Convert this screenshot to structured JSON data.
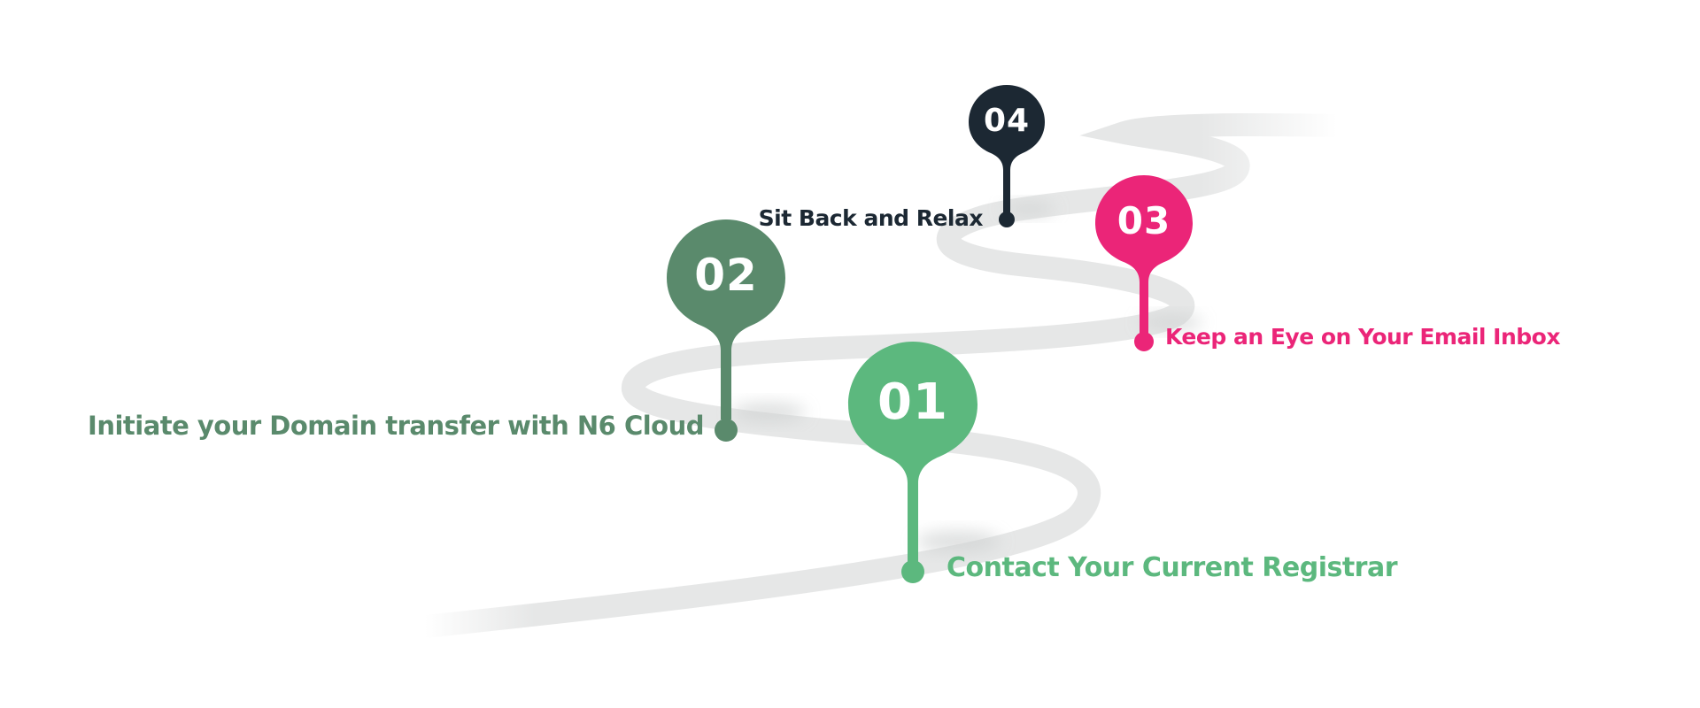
{
  "steps": [
    {
      "number": "01",
      "label": "Contact Your Current Registrar",
      "color": "#5cb87e"
    },
    {
      "number": "02",
      "label": "Initiate your Domain transfer with N6 Cloud",
      "color": "#5a8a6c"
    },
    {
      "number": "03",
      "label": "Keep an Eye on Your Email Inbox",
      "color": "#eb2578"
    },
    {
      "number": "04",
      "label": "Sit Back and Relax",
      "color": "#1c2833"
    }
  ],
  "road": {
    "color": "#e6e7e7",
    "shadow_color": "#d9dada"
  }
}
